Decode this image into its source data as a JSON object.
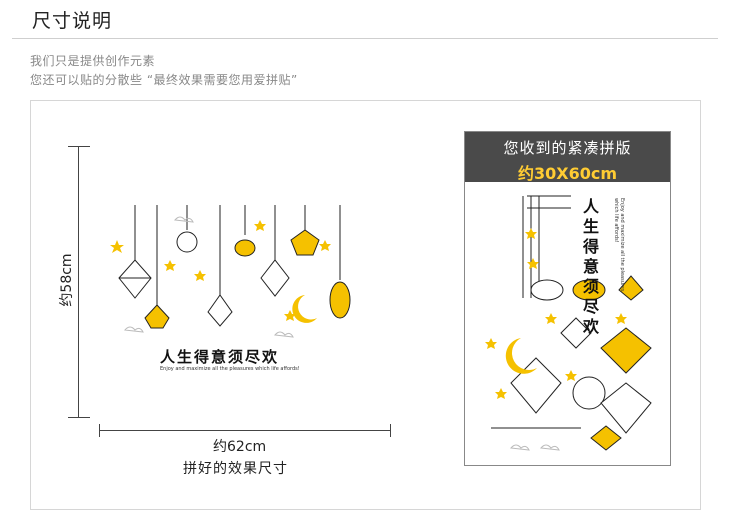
{
  "header": {
    "title": "尺寸说明"
  },
  "description": {
    "line1": "我们只是提供创作元素",
    "line2": "您还可以贴的分散些 “最终效果需要您用爱拼贴”"
  },
  "left_diagram": {
    "sticker_title": "人生得意须尽欢",
    "sticker_subtitle": "Enjoy and maximize all the pleasures which life affords!",
    "width_label": "约62cm",
    "height_label": "约58cm",
    "caption": "拼好的效果尺寸"
  },
  "right_panel": {
    "heading": "您收到的紧凑拼版",
    "size": "约30X60cm",
    "sticker_title": "人生得意须尽欢",
    "sticker_subtitle": "Enjoy and maximize all the pleasures which life affords!"
  },
  "colors": {
    "accent": "#f5c100",
    "dark_header": "#4a4a4a"
  },
  "icons": [
    "pendant-lamp-icon",
    "star-icon",
    "moon-icon",
    "cloud-icon",
    "crown-icon"
  ]
}
